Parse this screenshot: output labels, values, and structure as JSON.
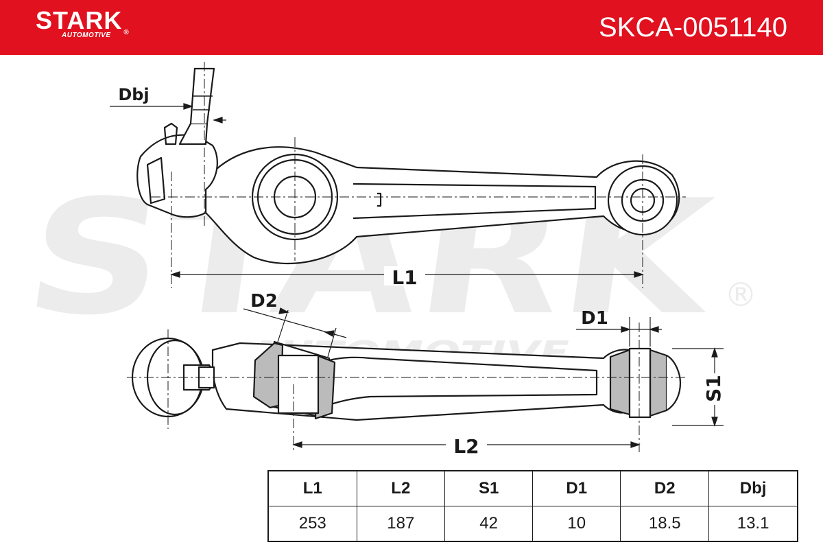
{
  "brand": {
    "name": "STARK",
    "subtitle": "AUTOMOTIVE",
    "reg_mark": "®"
  },
  "part_number": "SKCA-0051140",
  "watermark": {
    "main": "STARK",
    "sub": "AUTOMOTIVE",
    "reg_mark": "®"
  },
  "dimension_labels": {
    "dbj": "Dbj",
    "l1": "L1",
    "d2": "D2",
    "d1": "D1",
    "s1": "S1",
    "l2": "L2"
  },
  "spec_table": {
    "headers": [
      "L1",
      "L2",
      "S1",
      "D1",
      "D2",
      "Dbj"
    ],
    "values": [
      "253",
      "187",
      "42",
      "10",
      "18.5",
      "13.1"
    ]
  },
  "colors": {
    "brand_red": "#e1111f",
    "line": "#1a1a1a",
    "watermark": "#ececec"
  }
}
